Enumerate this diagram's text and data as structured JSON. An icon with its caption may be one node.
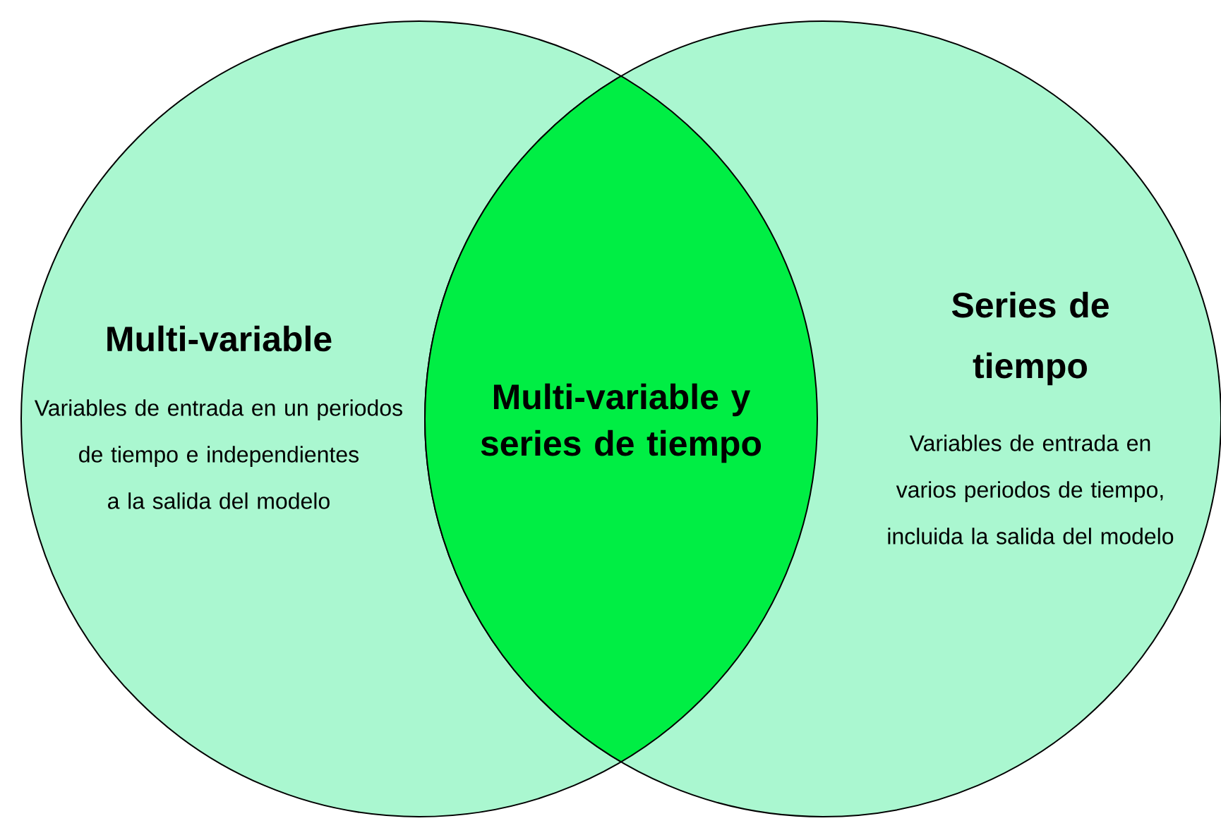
{
  "diagram": {
    "nodes": [
      {
        "text": [
          "Multi-variable",
          "Variables de entrada en un periodos de tiempo e independientes a la salida del modelo"
        ]
      },
      {
        "text": [
          "Series de tiempo",
          "Variables de entrada en varios periodos de tiempo, incluida la salida del modelo"
        ]
      },
      {
        "text": [
          "Multi-variable y series de tiempo"
        ]
      }
    ]
  }
}
